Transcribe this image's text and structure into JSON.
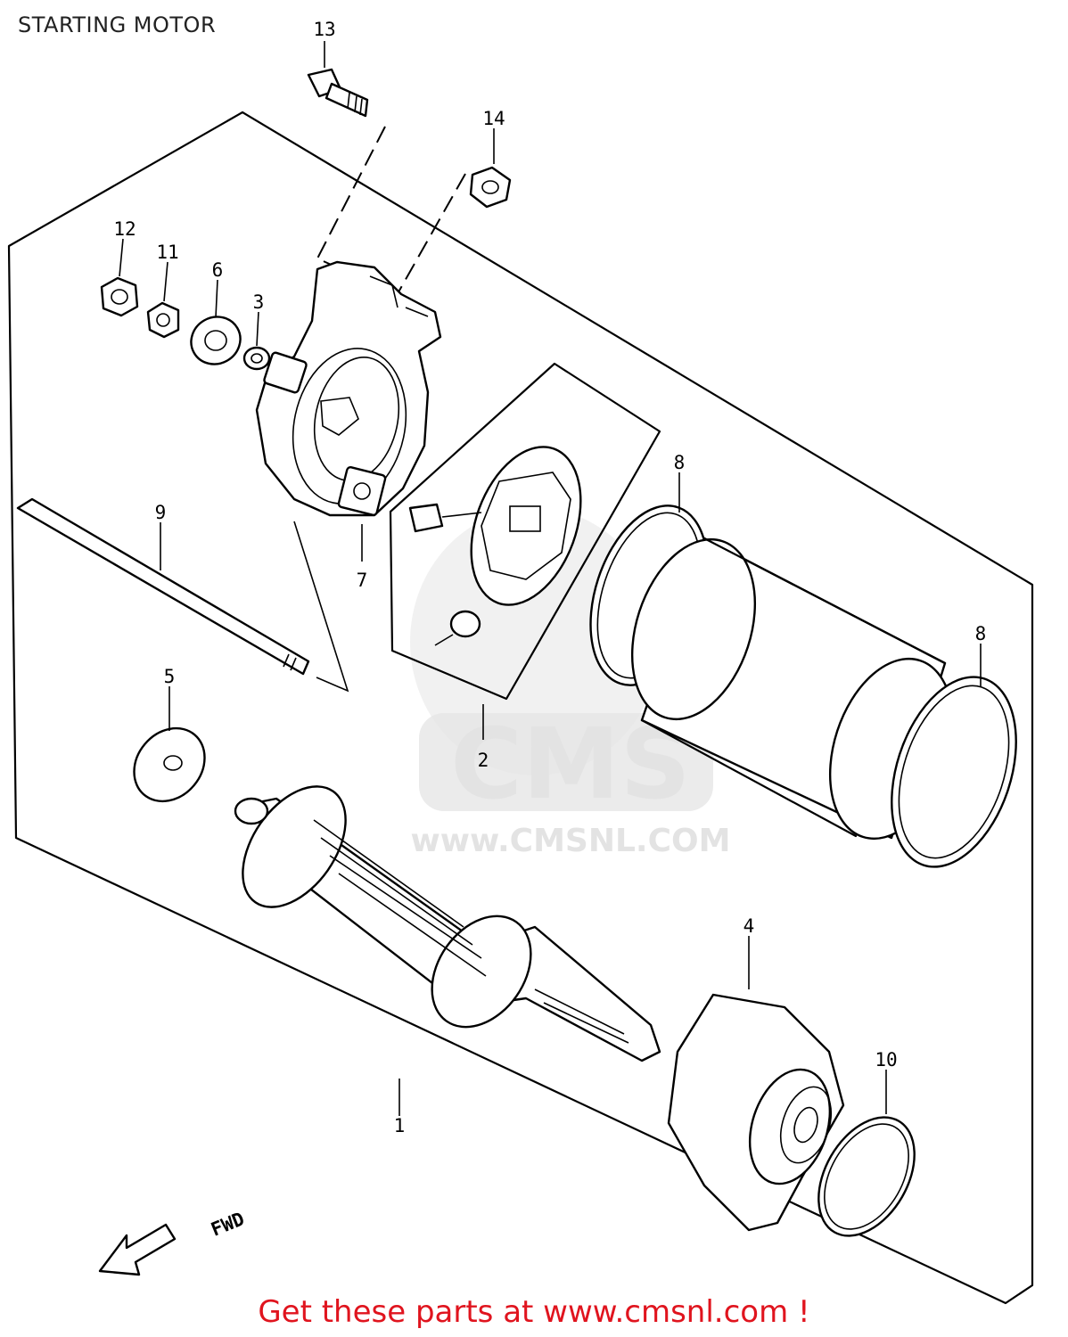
{
  "title": "STARTING MOTOR",
  "footer": "Get these parts at www.cmsnl.com !",
  "watermark": {
    "brand": "CMS",
    "url": "www.CMSNL.COM"
  },
  "direction_label": "FWD",
  "callouts": [
    {
      "id": "c1",
      "label": "1"
    },
    {
      "id": "c2",
      "label": "2"
    },
    {
      "id": "c3",
      "label": "3"
    },
    {
      "id": "c4",
      "label": "4"
    },
    {
      "id": "c5",
      "label": "5"
    },
    {
      "id": "c6",
      "label": "6"
    },
    {
      "id": "c7",
      "label": "7"
    },
    {
      "id": "c8a",
      "label": "8"
    },
    {
      "id": "c8b",
      "label": "8"
    },
    {
      "id": "c9",
      "label": "9"
    },
    {
      "id": "c10",
      "label": "10"
    },
    {
      "id": "c11",
      "label": "11"
    },
    {
      "id": "c12",
      "label": "12"
    },
    {
      "id": "c13",
      "label": "13"
    },
    {
      "id": "c14",
      "label": "14"
    }
  ]
}
